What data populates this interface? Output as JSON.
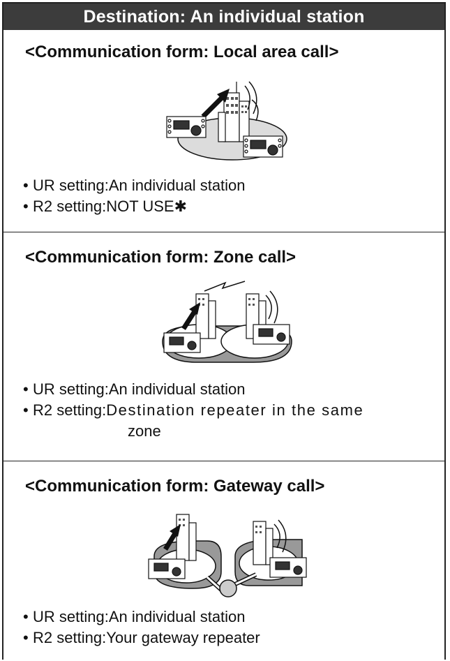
{
  "header": {
    "title": "Destination: An individual station"
  },
  "sections": [
    {
      "title": "<Communication form: Local area call>",
      "items": [
        {
          "key": "UR setting",
          "sep": ": ",
          "value": "An individual station"
        },
        {
          "key": "R2 setting",
          "sep": " : ",
          "value": "NOT USE✱"
        }
      ]
    },
    {
      "title": "<Communication form: Zone call>",
      "items": [
        {
          "key": "UR setting",
          "sep": ": ",
          "value": "An individual station"
        },
        {
          "key": "R2 setting",
          "sep": " : ",
          "value": "Destination repeater in the same",
          "value_cont": "zone"
        }
      ]
    },
    {
      "title": "<Communication form: Gateway call>",
      "items": [
        {
          "key": "UR setting",
          "sep": ": ",
          "value": "An individual station"
        },
        {
          "key": "R2 setting",
          "sep": " : ",
          "value": "Your gateway repeater"
        }
      ]
    }
  ]
}
